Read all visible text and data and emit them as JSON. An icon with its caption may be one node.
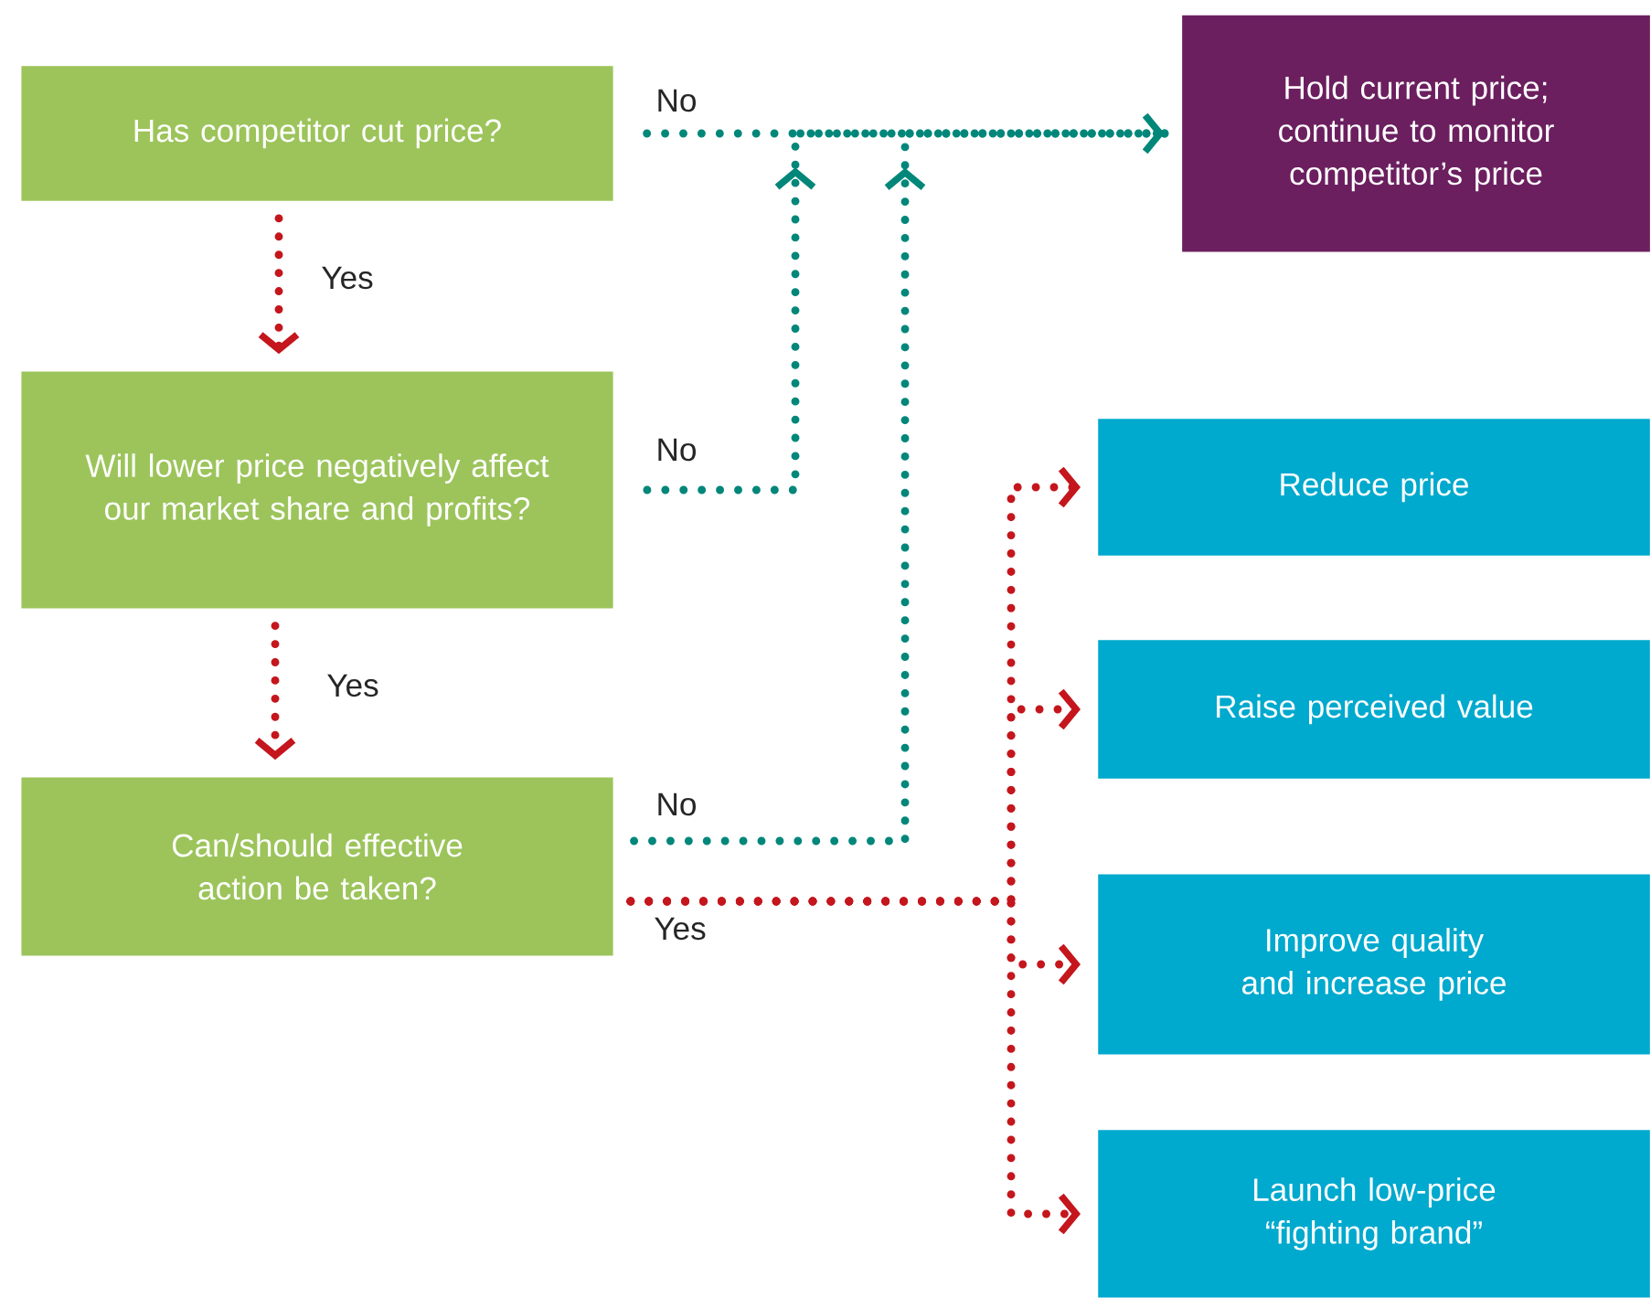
{
  "diagram": {
    "nodes": [
      {
        "text": [
          "Has competitor cut price?"
        ]
      },
      {
        "text": [
          "Hold current price; continue to monitor competitor’s price"
        ]
      },
      {
        "text": [
          "Will lower price negatively affect our market share and profits?"
        ]
      },
      {
        "text": [
          "Reduce price"
        ]
      },
      {
        "text": [
          "Raise perceived value"
        ]
      },
      {
        "text": [
          "Can/should effective action be taken?"
        ]
      },
      {
        "text": [
          "Improve quality and increase price"
        ]
      },
      {
        "text": [
          "Launch low-price “fighting brand”"
        ]
      }
    ],
    "edges": [
      {
        "from": 0,
        "to": 2,
        "arrow": "to",
        "label": "Yes"
      },
      {
        "from": 0,
        "to": 1,
        "arrow": "to",
        "label": "No",
        "color": "#00877a"
      },
      {
        "from": 2,
        "to": 1,
        "arrow": "to",
        "label": "No",
        "color": "#00877a"
      },
      {
        "from": 2,
        "to": 5,
        "arrow": "to",
        "label": "Yes"
      },
      {
        "from": 5,
        "to": 1,
        "arrow": "to",
        "label": "No",
        "color": "#00877a"
      },
      {
        "from": 5,
        "to": 3,
        "arrow": "to",
        "label": "Yes"
      },
      {
        "from": 5,
        "to": 4,
        "arrow": "to"
      },
      {
        "from": 5,
        "to": 6,
        "arrow": "to"
      },
      {
        "from": 5,
        "to": 7,
        "arrow": "to"
      }
    ]
  }
}
